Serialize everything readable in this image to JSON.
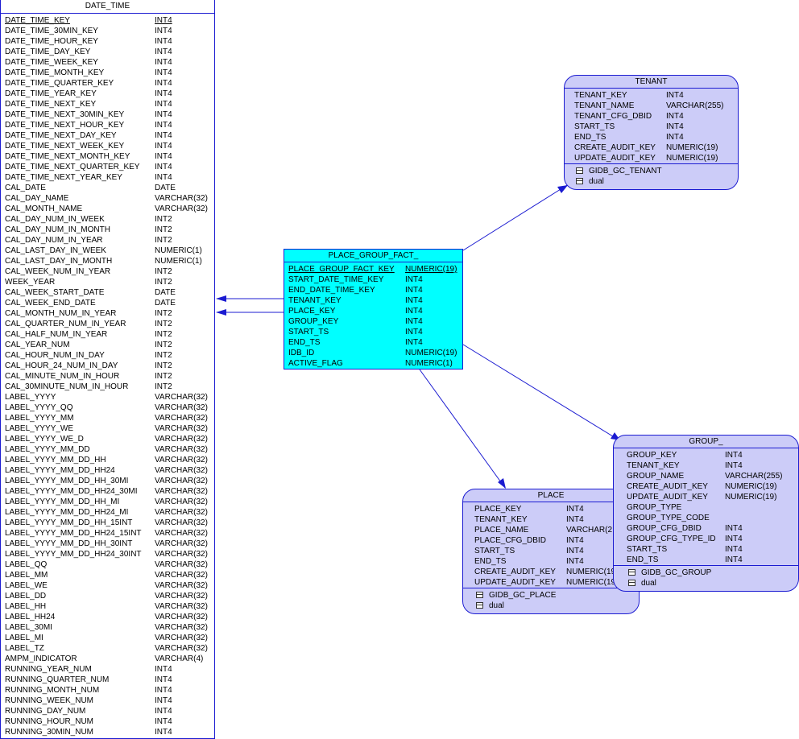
{
  "date_time": {
    "title": "DATE_TIME",
    "columns": [
      {
        "name": "DATE_TIME_KEY",
        "type": "INT4",
        "pk": true
      },
      {
        "name": "DATE_TIME_30MIN_KEY",
        "type": "INT4"
      },
      {
        "name": "DATE_TIME_HOUR_KEY",
        "type": "INT4"
      },
      {
        "name": "DATE_TIME_DAY_KEY",
        "type": "INT4"
      },
      {
        "name": "DATE_TIME_WEEK_KEY",
        "type": "INT4"
      },
      {
        "name": "DATE_TIME_MONTH_KEY",
        "type": "INT4"
      },
      {
        "name": "DATE_TIME_QUARTER_KEY",
        "type": "INT4"
      },
      {
        "name": "DATE_TIME_YEAR_KEY",
        "type": "INT4"
      },
      {
        "name": "DATE_TIME_NEXT_KEY",
        "type": "INT4"
      },
      {
        "name": "DATE_TIME_NEXT_30MIN_KEY",
        "type": "INT4"
      },
      {
        "name": "DATE_TIME_NEXT_HOUR_KEY",
        "type": "INT4"
      },
      {
        "name": "DATE_TIME_NEXT_DAY_KEY",
        "type": "INT4"
      },
      {
        "name": "DATE_TIME_NEXT_WEEK_KEY",
        "type": "INT4"
      },
      {
        "name": "DATE_TIME_NEXT_MONTH_KEY",
        "type": "INT4"
      },
      {
        "name": "DATE_TIME_NEXT_QUARTER_KEY",
        "type": "INT4"
      },
      {
        "name": "DATE_TIME_NEXT_YEAR_KEY",
        "type": "INT4"
      },
      {
        "name": "CAL_DATE",
        "type": "DATE"
      },
      {
        "name": "CAL_DAY_NAME",
        "type": "VARCHAR(32)"
      },
      {
        "name": "CAL_MONTH_NAME",
        "type": "VARCHAR(32)"
      },
      {
        "name": "CAL_DAY_NUM_IN_WEEK",
        "type": "INT2"
      },
      {
        "name": "CAL_DAY_NUM_IN_MONTH",
        "type": "INT2"
      },
      {
        "name": "CAL_DAY_NUM_IN_YEAR",
        "type": "INT2"
      },
      {
        "name": "CAL_LAST_DAY_IN_WEEK",
        "type": "NUMERIC(1)"
      },
      {
        "name": "CAL_LAST_DAY_IN_MONTH",
        "type": "NUMERIC(1)"
      },
      {
        "name": "CAL_WEEK_NUM_IN_YEAR",
        "type": "INT2"
      },
      {
        "name": "WEEK_YEAR",
        "type": "INT2"
      },
      {
        "name": "CAL_WEEK_START_DATE",
        "type": "DATE"
      },
      {
        "name": "CAL_WEEK_END_DATE",
        "type": "DATE"
      },
      {
        "name": "CAL_MONTH_NUM_IN_YEAR",
        "type": "INT2"
      },
      {
        "name": "CAL_QUARTER_NUM_IN_YEAR",
        "type": "INT2"
      },
      {
        "name": "CAL_HALF_NUM_IN_YEAR",
        "type": "INT2"
      },
      {
        "name": "CAL_YEAR_NUM",
        "type": "INT2"
      },
      {
        "name": "CAL_HOUR_NUM_IN_DAY",
        "type": "INT2"
      },
      {
        "name": "CAL_HOUR_24_NUM_IN_DAY",
        "type": "INT2"
      },
      {
        "name": "CAL_MINUTE_NUM_IN_HOUR",
        "type": "INT2"
      },
      {
        "name": "CAL_30MINUTE_NUM_IN_HOUR",
        "type": "INT2"
      },
      {
        "name": "LABEL_YYYY",
        "type": "VARCHAR(32)"
      },
      {
        "name": "LABEL_YYYY_QQ",
        "type": "VARCHAR(32)"
      },
      {
        "name": "LABEL_YYYY_MM",
        "type": "VARCHAR(32)"
      },
      {
        "name": "LABEL_YYYY_WE",
        "type": "VARCHAR(32)"
      },
      {
        "name": "LABEL_YYYY_WE_D",
        "type": "VARCHAR(32)"
      },
      {
        "name": "LABEL_YYYY_MM_DD",
        "type": "VARCHAR(32)"
      },
      {
        "name": "LABEL_YYYY_MM_DD_HH",
        "type": "VARCHAR(32)"
      },
      {
        "name": "LABEL_YYYY_MM_DD_HH24",
        "type": "VARCHAR(32)"
      },
      {
        "name": "LABEL_YYYY_MM_DD_HH_30MI",
        "type": "VARCHAR(32)"
      },
      {
        "name": "LABEL_YYYY_MM_DD_HH24_30MI",
        "type": "VARCHAR(32)"
      },
      {
        "name": "LABEL_YYYY_MM_DD_HH_MI",
        "type": "VARCHAR(32)"
      },
      {
        "name": "LABEL_YYYY_MM_DD_HH24_MI",
        "type": "VARCHAR(32)"
      },
      {
        "name": "LABEL_YYYY_MM_DD_HH_15INT",
        "type": "VARCHAR(32)"
      },
      {
        "name": "LABEL_YYYY_MM_DD_HH24_15INT",
        "type": "VARCHAR(32)"
      },
      {
        "name": "LABEL_YYYY_MM_DD_HH_30INT",
        "type": "VARCHAR(32)"
      },
      {
        "name": "LABEL_YYYY_MM_DD_HH24_30INT",
        "type": "VARCHAR(32)"
      },
      {
        "name": "LABEL_QQ",
        "type": "VARCHAR(32)"
      },
      {
        "name": "LABEL_MM",
        "type": "VARCHAR(32)"
      },
      {
        "name": "LABEL_WE",
        "type": "VARCHAR(32)"
      },
      {
        "name": "LABEL_DD",
        "type": "VARCHAR(32)"
      },
      {
        "name": "LABEL_HH",
        "type": "VARCHAR(32)"
      },
      {
        "name": "LABEL_HH24",
        "type": "VARCHAR(32)"
      },
      {
        "name": "LABEL_30MI",
        "type": "VARCHAR(32)"
      },
      {
        "name": "LABEL_MI",
        "type": "VARCHAR(32)"
      },
      {
        "name": "LABEL_TZ",
        "type": "VARCHAR(32)"
      },
      {
        "name": "AMPM_INDICATOR",
        "type": "VARCHAR(4)"
      },
      {
        "name": "RUNNING_YEAR_NUM",
        "type": "INT4"
      },
      {
        "name": "RUNNING_QUARTER_NUM",
        "type": "INT4"
      },
      {
        "name": "RUNNING_MONTH_NUM",
        "type": "INT4"
      },
      {
        "name": "RUNNING_WEEK_NUM",
        "type": "INT4"
      },
      {
        "name": "RUNNING_DAY_NUM",
        "type": "INT4"
      },
      {
        "name": "RUNNING_HOUR_NUM",
        "type": "INT4"
      },
      {
        "name": "RUNNING_30MIN_NUM",
        "type": "INT4"
      }
    ]
  },
  "place_group_fact": {
    "title": "PLACE_GROUP_FACT_",
    "columns": [
      {
        "name": "PLACE_GROUP_FACT_KEY",
        "type": "NUMERIC(19)",
        "pk": true
      },
      {
        "name": "START_DATE_TIME_KEY",
        "type": "INT4"
      },
      {
        "name": "END_DATE_TIME_KEY",
        "type": "INT4"
      },
      {
        "name": "TENANT_KEY",
        "type": "INT4"
      },
      {
        "name": "PLACE_KEY",
        "type": "INT4"
      },
      {
        "name": "GROUP_KEY",
        "type": "INT4"
      },
      {
        "name": "START_TS",
        "type": "INT4"
      },
      {
        "name": "END_TS",
        "type": "INT4"
      },
      {
        "name": "IDB_ID",
        "type": "NUMERIC(19)"
      },
      {
        "name": "ACTIVE_FLAG",
        "type": "NUMERIC(1)"
      }
    ]
  },
  "tenant": {
    "title": "TENANT",
    "columns": [
      {
        "name": "TENANT_KEY",
        "type": "INT4"
      },
      {
        "name": "TENANT_NAME",
        "type": "VARCHAR(255)"
      },
      {
        "name": "TENANT_CFG_DBID",
        "type": "INT4"
      },
      {
        "name": "START_TS",
        "type": "INT4"
      },
      {
        "name": "END_TS",
        "type": "INT4"
      },
      {
        "name": "CREATE_AUDIT_KEY",
        "type": "NUMERIC(19)"
      },
      {
        "name": "UPDATE_AUDIT_KEY",
        "type": "NUMERIC(19)"
      }
    ],
    "sources": [
      "GIDB_GC_TENANT",
      "dual"
    ]
  },
  "place": {
    "title": "PLACE",
    "columns": [
      {
        "name": "PLACE_KEY",
        "type": "INT4"
      },
      {
        "name": "TENANT_KEY",
        "type": "INT4"
      },
      {
        "name": "PLACE_NAME",
        "type": "VARCHAR(2"
      },
      {
        "name": "PLACE_CFG_DBID",
        "type": "INT4"
      },
      {
        "name": "START_TS",
        "type": "INT4"
      },
      {
        "name": "END_TS",
        "type": "INT4"
      },
      {
        "name": "CREATE_AUDIT_KEY",
        "type": "NUMERIC(19"
      },
      {
        "name": "UPDATE_AUDIT_KEY",
        "type": "NUMERIC(19)"
      }
    ],
    "sources": [
      "GIDB_GC_PLACE",
      "dual"
    ]
  },
  "group": {
    "title": "GROUP_",
    "columns": [
      {
        "name": "GROUP_KEY",
        "type": "INT4"
      },
      {
        "name": "TENANT_KEY",
        "type": "INT4"
      },
      {
        "name": "GROUP_NAME",
        "type": "VARCHAR(255)"
      },
      {
        "name": "CREATE_AUDIT_KEY",
        "type": "NUMERIC(19)"
      },
      {
        "name": "UPDATE_AUDIT_KEY",
        "type": "NUMERIC(19)"
      },
      {
        "name": "GROUP_TYPE",
        "type": ""
      },
      {
        "name": "GROUP_TYPE_CODE",
        "type": ""
      },
      {
        "name": "GROUP_CFG_DBID",
        "type": "INT4"
      },
      {
        "name": "GROUP_CFG_TYPE_ID",
        "type": "INT4"
      },
      {
        "name": "START_TS",
        "type": "INT4"
      },
      {
        "name": "END_TS",
        "type": "INT4"
      }
    ],
    "sources": [
      "GIDB_GC_GROUP",
      "dual"
    ]
  },
  "colors": {
    "line": "#1b1bd1",
    "fact_fill": "#00ffff",
    "dim_fill": "#ccccf8"
  }
}
